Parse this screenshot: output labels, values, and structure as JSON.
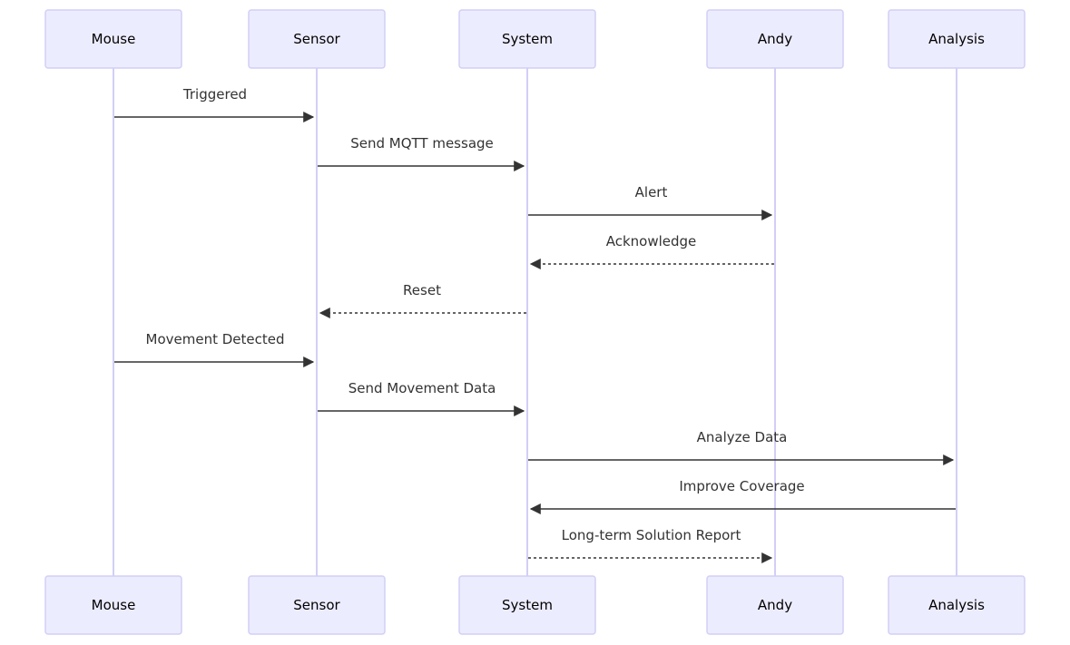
{
  "diagram": {
    "type": "sequence",
    "participants": [
      {
        "id": "mouse",
        "label": "Mouse"
      },
      {
        "id": "sensor",
        "label": "Sensor"
      },
      {
        "id": "system",
        "label": "System"
      },
      {
        "id": "andy",
        "label": "Andy"
      },
      {
        "id": "analysis",
        "label": "Analysis"
      }
    ],
    "messages": [
      {
        "from": "mouse",
        "to": "sensor",
        "label": "Triggered",
        "style": "solid"
      },
      {
        "from": "sensor",
        "to": "system",
        "label": "Send MQTT message",
        "style": "solid"
      },
      {
        "from": "system",
        "to": "andy",
        "label": "Alert",
        "style": "solid"
      },
      {
        "from": "andy",
        "to": "system",
        "label": "Acknowledge",
        "style": "dotted"
      },
      {
        "from": "system",
        "to": "sensor",
        "label": "Reset",
        "style": "dotted"
      },
      {
        "from": "mouse",
        "to": "sensor",
        "label": "Movement Detected",
        "style": "solid"
      },
      {
        "from": "sensor",
        "to": "system",
        "label": "Send Movement Data",
        "style": "solid"
      },
      {
        "from": "system",
        "to": "analysis",
        "label": "Analyze Data",
        "style": "solid"
      },
      {
        "from": "analysis",
        "to": "system",
        "label": "Improve Coverage",
        "style": "solid"
      },
      {
        "from": "system",
        "to": "andy",
        "label": "Long-term Solution Report",
        "style": "dotted"
      }
    ],
    "colors": {
      "actor_fill": "#ECECFF",
      "actor_border": "#D2CFF6",
      "lifeline": "#D2CFF6",
      "message": "#333333"
    }
  }
}
